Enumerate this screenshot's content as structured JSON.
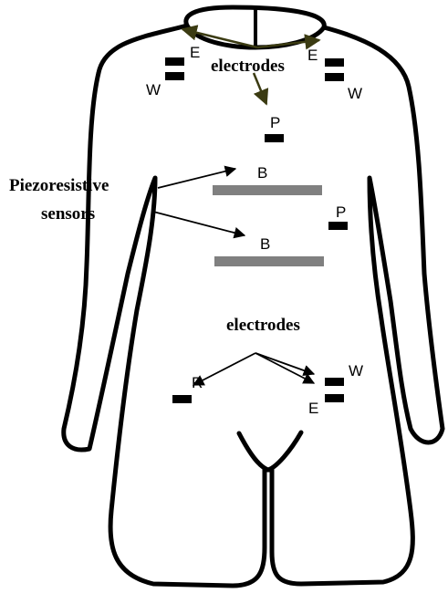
{
  "labels": {
    "electrodes_top": "electrodes",
    "electrodes_bottom": "electrodes",
    "piezo_line1": "Piezoresistive",
    "piezo_line2": "sensors",
    "e_left_shoulder": "E",
    "w_left_shoulder": "W",
    "e_right_shoulder": "E",
    "w_right_shoulder": "W",
    "p_chest": "P",
    "b_upper_band": "B",
    "p_side": "P",
    "b_lower_band": "B",
    "r_left_hip": "R",
    "w_right_hip": "W",
    "e_right_hip": "E"
  },
  "colors": {
    "outline": "#000000",
    "band": "#808080",
    "pad": "#000000",
    "top_arrow": "#3b3b12",
    "arrow": "#000000"
  }
}
